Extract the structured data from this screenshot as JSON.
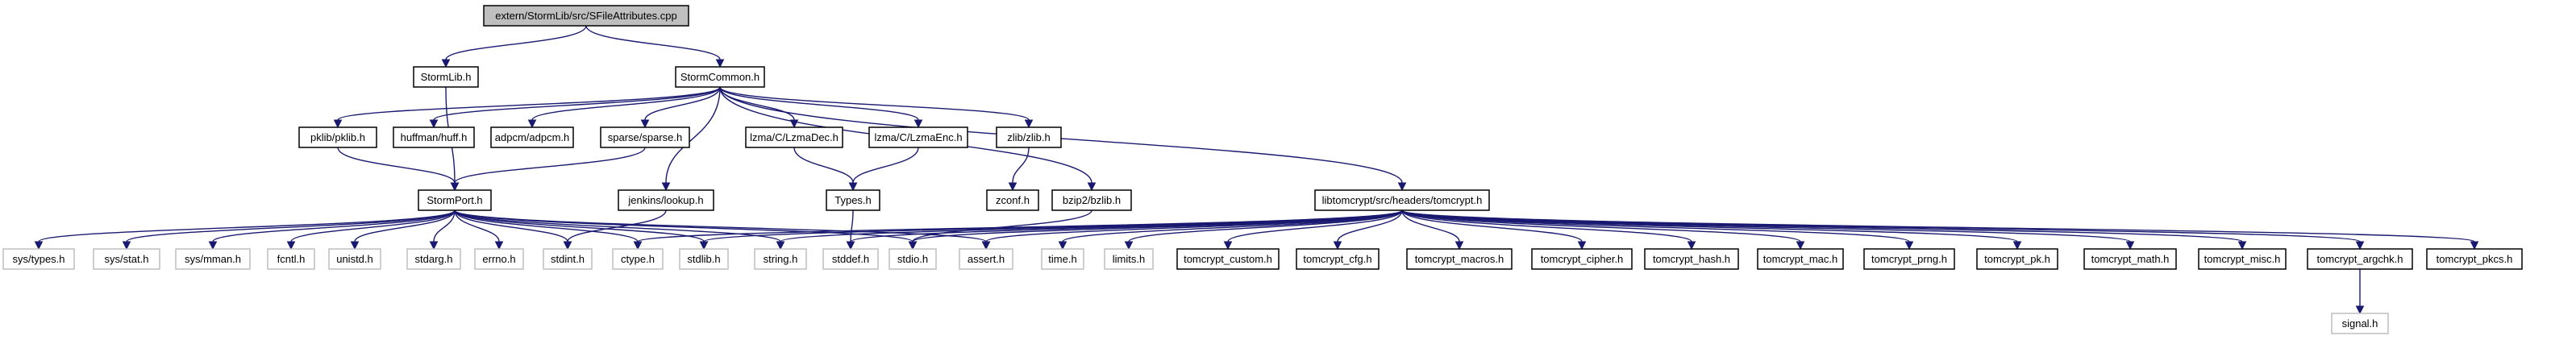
{
  "diagram": {
    "type": "include-dependency-graph",
    "colors": {
      "edge": "#191970",
      "root_fill": "#bfbfbf",
      "node_border": "#000000",
      "external_border": "#bfbfbf",
      "text": "#000000"
    },
    "nodes": [
      {
        "id": "root",
        "label": "extern/StormLib/src/SFileAttributes.cpp",
        "style": "root"
      },
      {
        "id": "stormlib",
        "label": "StormLib.h",
        "style": "normal"
      },
      {
        "id": "stormcommon",
        "label": "StormCommon.h",
        "style": "normal"
      },
      {
        "id": "pklib",
        "label": "pklib/pklib.h",
        "style": "normal"
      },
      {
        "id": "huff",
        "label": "huffman/huff.h",
        "style": "normal"
      },
      {
        "id": "adpcm",
        "label": "adpcm/adpcm.h",
        "style": "normal"
      },
      {
        "id": "sparse",
        "label": "sparse/sparse.h",
        "style": "normal"
      },
      {
        "id": "lzmadec",
        "label": "lzma/C/LzmaDec.h",
        "style": "normal"
      },
      {
        "id": "lzmaenc",
        "label": "lzma/C/LzmaEnc.h",
        "style": "normal"
      },
      {
        "id": "zlib",
        "label": "zlib/zlib.h",
        "style": "normal"
      },
      {
        "id": "stormport",
        "label": "StormPort.h",
        "style": "normal"
      },
      {
        "id": "jenkins",
        "label": "jenkins/lookup.h",
        "style": "normal"
      },
      {
        "id": "types",
        "label": "Types.h",
        "style": "normal"
      },
      {
        "id": "zconf",
        "label": "zconf.h",
        "style": "normal"
      },
      {
        "id": "bzlib",
        "label": "bzip2/bzlib.h",
        "style": "normal"
      },
      {
        "id": "tomcrypt",
        "label": "libtomcrypt/src/headers/tomcrypt.h",
        "style": "normal"
      },
      {
        "id": "systypes",
        "label": "sys/types.h",
        "style": "external"
      },
      {
        "id": "sysstat",
        "label": "sys/stat.h",
        "style": "external"
      },
      {
        "id": "sysmman",
        "label": "sys/mman.h",
        "style": "external"
      },
      {
        "id": "fcntl",
        "label": "fcntl.h",
        "style": "external"
      },
      {
        "id": "unistd",
        "label": "unistd.h",
        "style": "external"
      },
      {
        "id": "stdarg",
        "label": "stdarg.h",
        "style": "external"
      },
      {
        "id": "errno",
        "label": "errno.h",
        "style": "external"
      },
      {
        "id": "stdint",
        "label": "stdint.h",
        "style": "external"
      },
      {
        "id": "ctype",
        "label": "ctype.h",
        "style": "external"
      },
      {
        "id": "stdlib",
        "label": "stdlib.h",
        "style": "external"
      },
      {
        "id": "string",
        "label": "string.h",
        "style": "external"
      },
      {
        "id": "stddef",
        "label": "stddef.h",
        "style": "external"
      },
      {
        "id": "stdio",
        "label": "stdio.h",
        "style": "external"
      },
      {
        "id": "assert",
        "label": "assert.h",
        "style": "external"
      },
      {
        "id": "time",
        "label": "time.h",
        "style": "external"
      },
      {
        "id": "limits",
        "label": "limits.h",
        "style": "external"
      },
      {
        "id": "tc_custom",
        "label": "tomcrypt_custom.h",
        "style": "normal"
      },
      {
        "id": "tc_cfg",
        "label": "tomcrypt_cfg.h",
        "style": "normal"
      },
      {
        "id": "tc_macros",
        "label": "tomcrypt_macros.h",
        "style": "normal"
      },
      {
        "id": "tc_cipher",
        "label": "tomcrypt_cipher.h",
        "style": "normal"
      },
      {
        "id": "tc_hash",
        "label": "tomcrypt_hash.h",
        "style": "normal"
      },
      {
        "id": "tc_mac",
        "label": "tomcrypt_mac.h",
        "style": "normal"
      },
      {
        "id": "tc_prng",
        "label": "tomcrypt_prng.h",
        "style": "normal"
      },
      {
        "id": "tc_pk",
        "label": "tomcrypt_pk.h",
        "style": "normal"
      },
      {
        "id": "tc_math",
        "label": "tomcrypt_math.h",
        "style": "normal"
      },
      {
        "id": "tc_misc",
        "label": "tomcrypt_misc.h",
        "style": "normal"
      },
      {
        "id": "tc_argchk",
        "label": "tomcrypt_argchk.h",
        "style": "normal"
      },
      {
        "id": "tc_pkcs",
        "label": "tomcrypt_pkcs.h",
        "style": "normal"
      },
      {
        "id": "signal",
        "label": "signal.h",
        "style": "external"
      }
    ],
    "edges": [
      [
        "root",
        "stormlib"
      ],
      [
        "root",
        "stormcommon"
      ],
      [
        "stormlib",
        "stormport"
      ],
      [
        "stormcommon",
        "pklib"
      ],
      [
        "stormcommon",
        "huff"
      ],
      [
        "stormcommon",
        "adpcm"
      ],
      [
        "stormcommon",
        "sparse"
      ],
      [
        "stormcommon",
        "jenkins"
      ],
      [
        "stormcommon",
        "lzmadec"
      ],
      [
        "stormcommon",
        "lzmaenc"
      ],
      [
        "stormcommon",
        "zlib"
      ],
      [
        "stormcommon",
        "bzlib"
      ],
      [
        "stormcommon",
        "tomcrypt"
      ],
      [
        "pklib",
        "stormport"
      ],
      [
        "sparse",
        "stormport"
      ],
      [
        "lzmadec",
        "types"
      ],
      [
        "lzmaenc",
        "types"
      ],
      [
        "zlib",
        "zconf"
      ],
      [
        "jenkins",
        "stdint"
      ],
      [
        "types",
        "stddef"
      ],
      [
        "bzlib",
        "stdio"
      ],
      [
        "stormport",
        "systypes"
      ],
      [
        "stormport",
        "sysstat"
      ],
      [
        "stormport",
        "sysmman"
      ],
      [
        "stormport",
        "fcntl"
      ],
      [
        "stormport",
        "unistd"
      ],
      [
        "stormport",
        "stdarg"
      ],
      [
        "stormport",
        "errno"
      ],
      [
        "stormport",
        "stdint"
      ],
      [
        "stormport",
        "ctype"
      ],
      [
        "stormport",
        "stdlib"
      ],
      [
        "stormport",
        "string"
      ],
      [
        "stormport",
        "stdio"
      ],
      [
        "stormport",
        "assert"
      ],
      [
        "tomcrypt",
        "ctype"
      ],
      [
        "tomcrypt",
        "stdlib"
      ],
      [
        "tomcrypt",
        "string"
      ],
      [
        "tomcrypt",
        "stddef"
      ],
      [
        "tomcrypt",
        "stdio"
      ],
      [
        "tomcrypt",
        "assert"
      ],
      [
        "tomcrypt",
        "time"
      ],
      [
        "tomcrypt",
        "limits"
      ],
      [
        "tomcrypt",
        "tc_custom"
      ],
      [
        "tomcrypt",
        "tc_cfg"
      ],
      [
        "tomcrypt",
        "tc_macros"
      ],
      [
        "tomcrypt",
        "tc_cipher"
      ],
      [
        "tomcrypt",
        "tc_hash"
      ],
      [
        "tomcrypt",
        "tc_mac"
      ],
      [
        "tomcrypt",
        "tc_prng"
      ],
      [
        "tomcrypt",
        "tc_pk"
      ],
      [
        "tomcrypt",
        "tc_math"
      ],
      [
        "tomcrypt",
        "tc_misc"
      ],
      [
        "tomcrypt",
        "tc_argchk"
      ],
      [
        "tomcrypt",
        "tc_pkcs"
      ],
      [
        "tc_argchk",
        "signal"
      ]
    ]
  }
}
